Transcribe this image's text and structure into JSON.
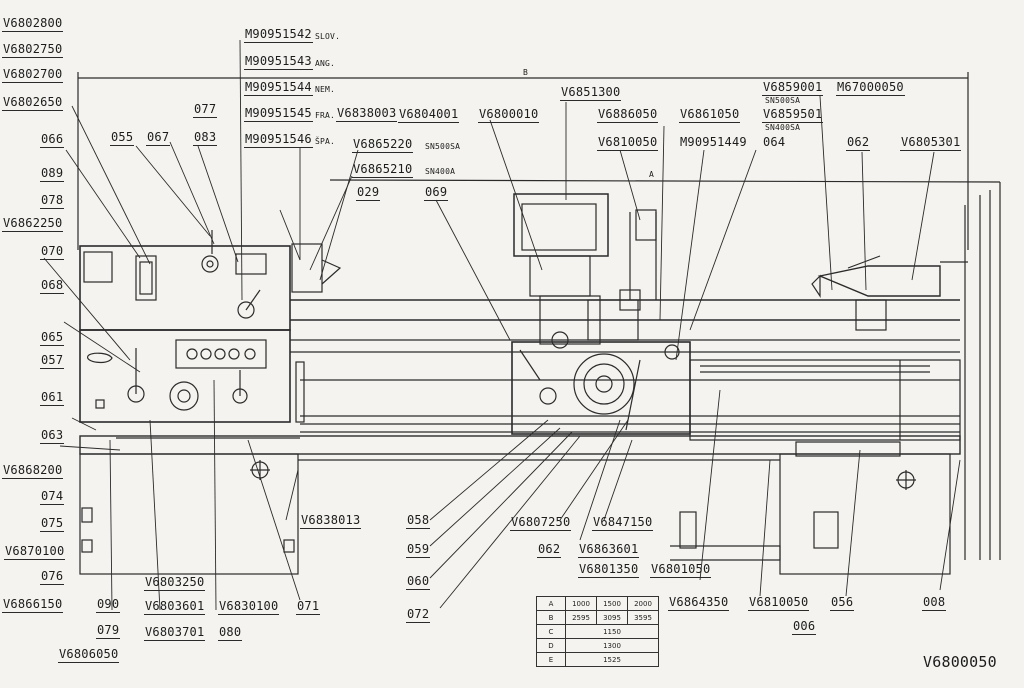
{
  "drawing_number": "V6800050",
  "callouts": {
    "V6802800": "V6802800",
    "V6802750": "V6802750",
    "V6802700": "V6802700",
    "V6802650": "V6802650",
    "c066": "066",
    "c089": "089",
    "c078": "078",
    "V6862250": "V6862250",
    "c070": "070",
    "c068": "068",
    "c065": "065",
    "c057": "057",
    "c061": "061",
    "c063": "063",
    "V6868200": "V6868200",
    "c074": "074",
    "c075": "075",
    "V6870100": "V6870100",
    "c076": "076",
    "V6866150": "V6866150",
    "c090": "090",
    "c079": "079",
    "V6806050": "V6806050",
    "c055": "055",
    "c067": "067",
    "c077": "077",
    "c083": "083",
    "M90951542": "M90951542",
    "M90951543": "M90951543",
    "M90951544": "M90951544",
    "M90951545": "M90951545",
    "M90951546": "M90951546",
    "V6838003": "V6838003",
    "V6865220": "V6865220",
    "V6865210": "V6865210",
    "c029": "029",
    "V6804001": "V6804001",
    "V6800010": "V6800010",
    "c069": "069",
    "V6851300": "V6851300",
    "V6886050": "V6886050",
    "V6810050a": "V6810050",
    "V6861050": "V6861050",
    "M90951449": "M90951449",
    "V6859001": "V6859001",
    "V6859501": "V6859501",
    "c064": "064",
    "M67000050": "M67000050",
    "c062a": "062",
    "V6805301": "V6805301",
    "V6838013": "V6838013",
    "c058": "058",
    "c059": "059",
    "c060": "060",
    "c072": "072",
    "V6807250": "V6807250",
    "c062b": "062",
    "V6847150": "V6847150",
    "V6863601": "V6863601",
    "V6801350": "V6801350",
    "V6801050": "V6801050",
    "V6803250": "V6803250",
    "V6803601": "V6803601",
    "V6803701": "V6803701",
    "V6830100": "V6830100",
    "c080": "080",
    "c071": "071",
    "V6864350": "V6864350",
    "V6810050b": "V6810050",
    "c056": "056",
    "c006": "006",
    "c008": "008"
  },
  "notes": {
    "slov": "SLOV.",
    "ang": "ANG.",
    "nem": "NEM.",
    "fra": "FRA.",
    "spa": "ŠPA.",
    "sn500sa_a": "SN500SA",
    "sn400a": "SN400A",
    "sn500sa_b": "SN500SA",
    "sn400sa": "SN400SA",
    "dim_A": "A",
    "dim_B": "B"
  },
  "dimension_table": {
    "rows": [
      {
        "key": "A",
        "values": [
          "1000",
          "1500",
          "2000"
        ]
      },
      {
        "key": "B",
        "values": [
          "2595",
          "3095",
          "3595"
        ]
      },
      {
        "key": "C",
        "values": [
          "1150"
        ]
      },
      {
        "key": "D",
        "values": [
          "1300"
        ]
      },
      {
        "key": "E",
        "values": [
          "1525"
        ]
      }
    ]
  }
}
